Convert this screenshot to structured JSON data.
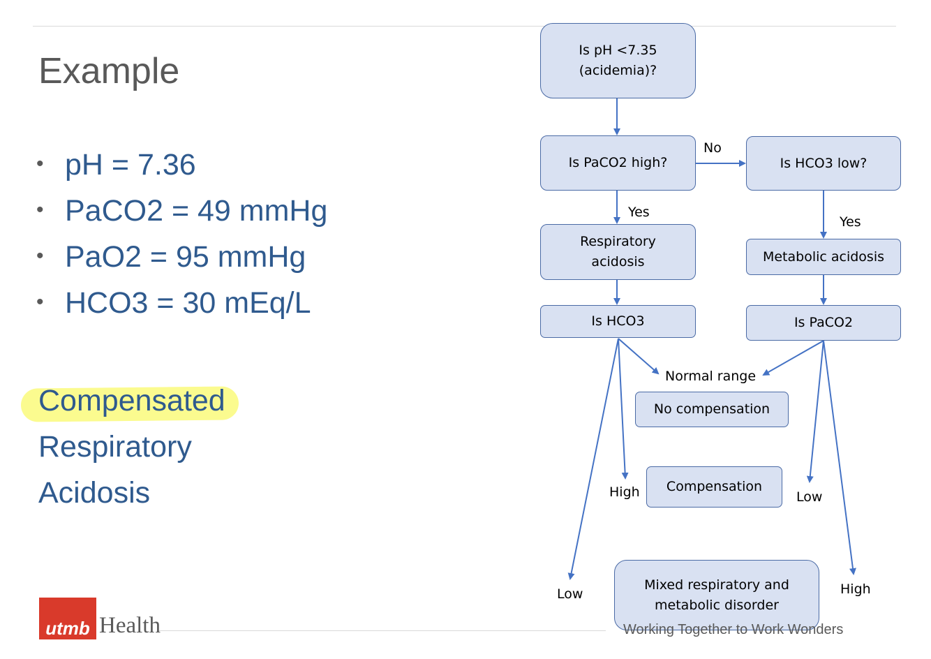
{
  "slide": {
    "title": "Example",
    "bullets": [
      "pH = 7.36",
      "PaCO2 = 49 mmHg",
      "PaO2 = 95 mmHg",
      "HCO3 = 30 mEq/L"
    ],
    "bullet_marker": "•",
    "diagnosis": [
      "Compensated",
      "Respiratory",
      "Acidosis"
    ],
    "highlight_color": "#fbfb8f",
    "text_color": "#2f5a8e"
  },
  "footer": {
    "logo_mark": "utmb",
    "logo_name": "Health",
    "tagline": "Working Together to Work Wonders"
  },
  "flowchart": {
    "box_fill": "#d9e1f2",
    "line_color": "#4472c4",
    "nodes": {
      "ph_question": "Is pH <7.35\n(acidemia)?",
      "paco2_high_question": "Is PaCO2 high?",
      "hco3_low_question": "Is HCO3 low?",
      "respiratory_acidosis": "Respiratory\nacidosis",
      "metabolic_acidosis": "Metabolic acidosis",
      "is_hco3": "Is HCO3",
      "is_paco2": "Is PaCO2",
      "no_compensation": "No compensation",
      "compensation": "Compensation",
      "mixed_disorder": "Mixed respiratory and\nmetabolic disorder"
    },
    "labels": {
      "no": "No",
      "yes_left": "Yes",
      "yes_right": "Yes",
      "normal_range": "Normal range",
      "high_left": "High",
      "low_left": "Low",
      "low_right": "Low",
      "high_right": "High"
    }
  }
}
